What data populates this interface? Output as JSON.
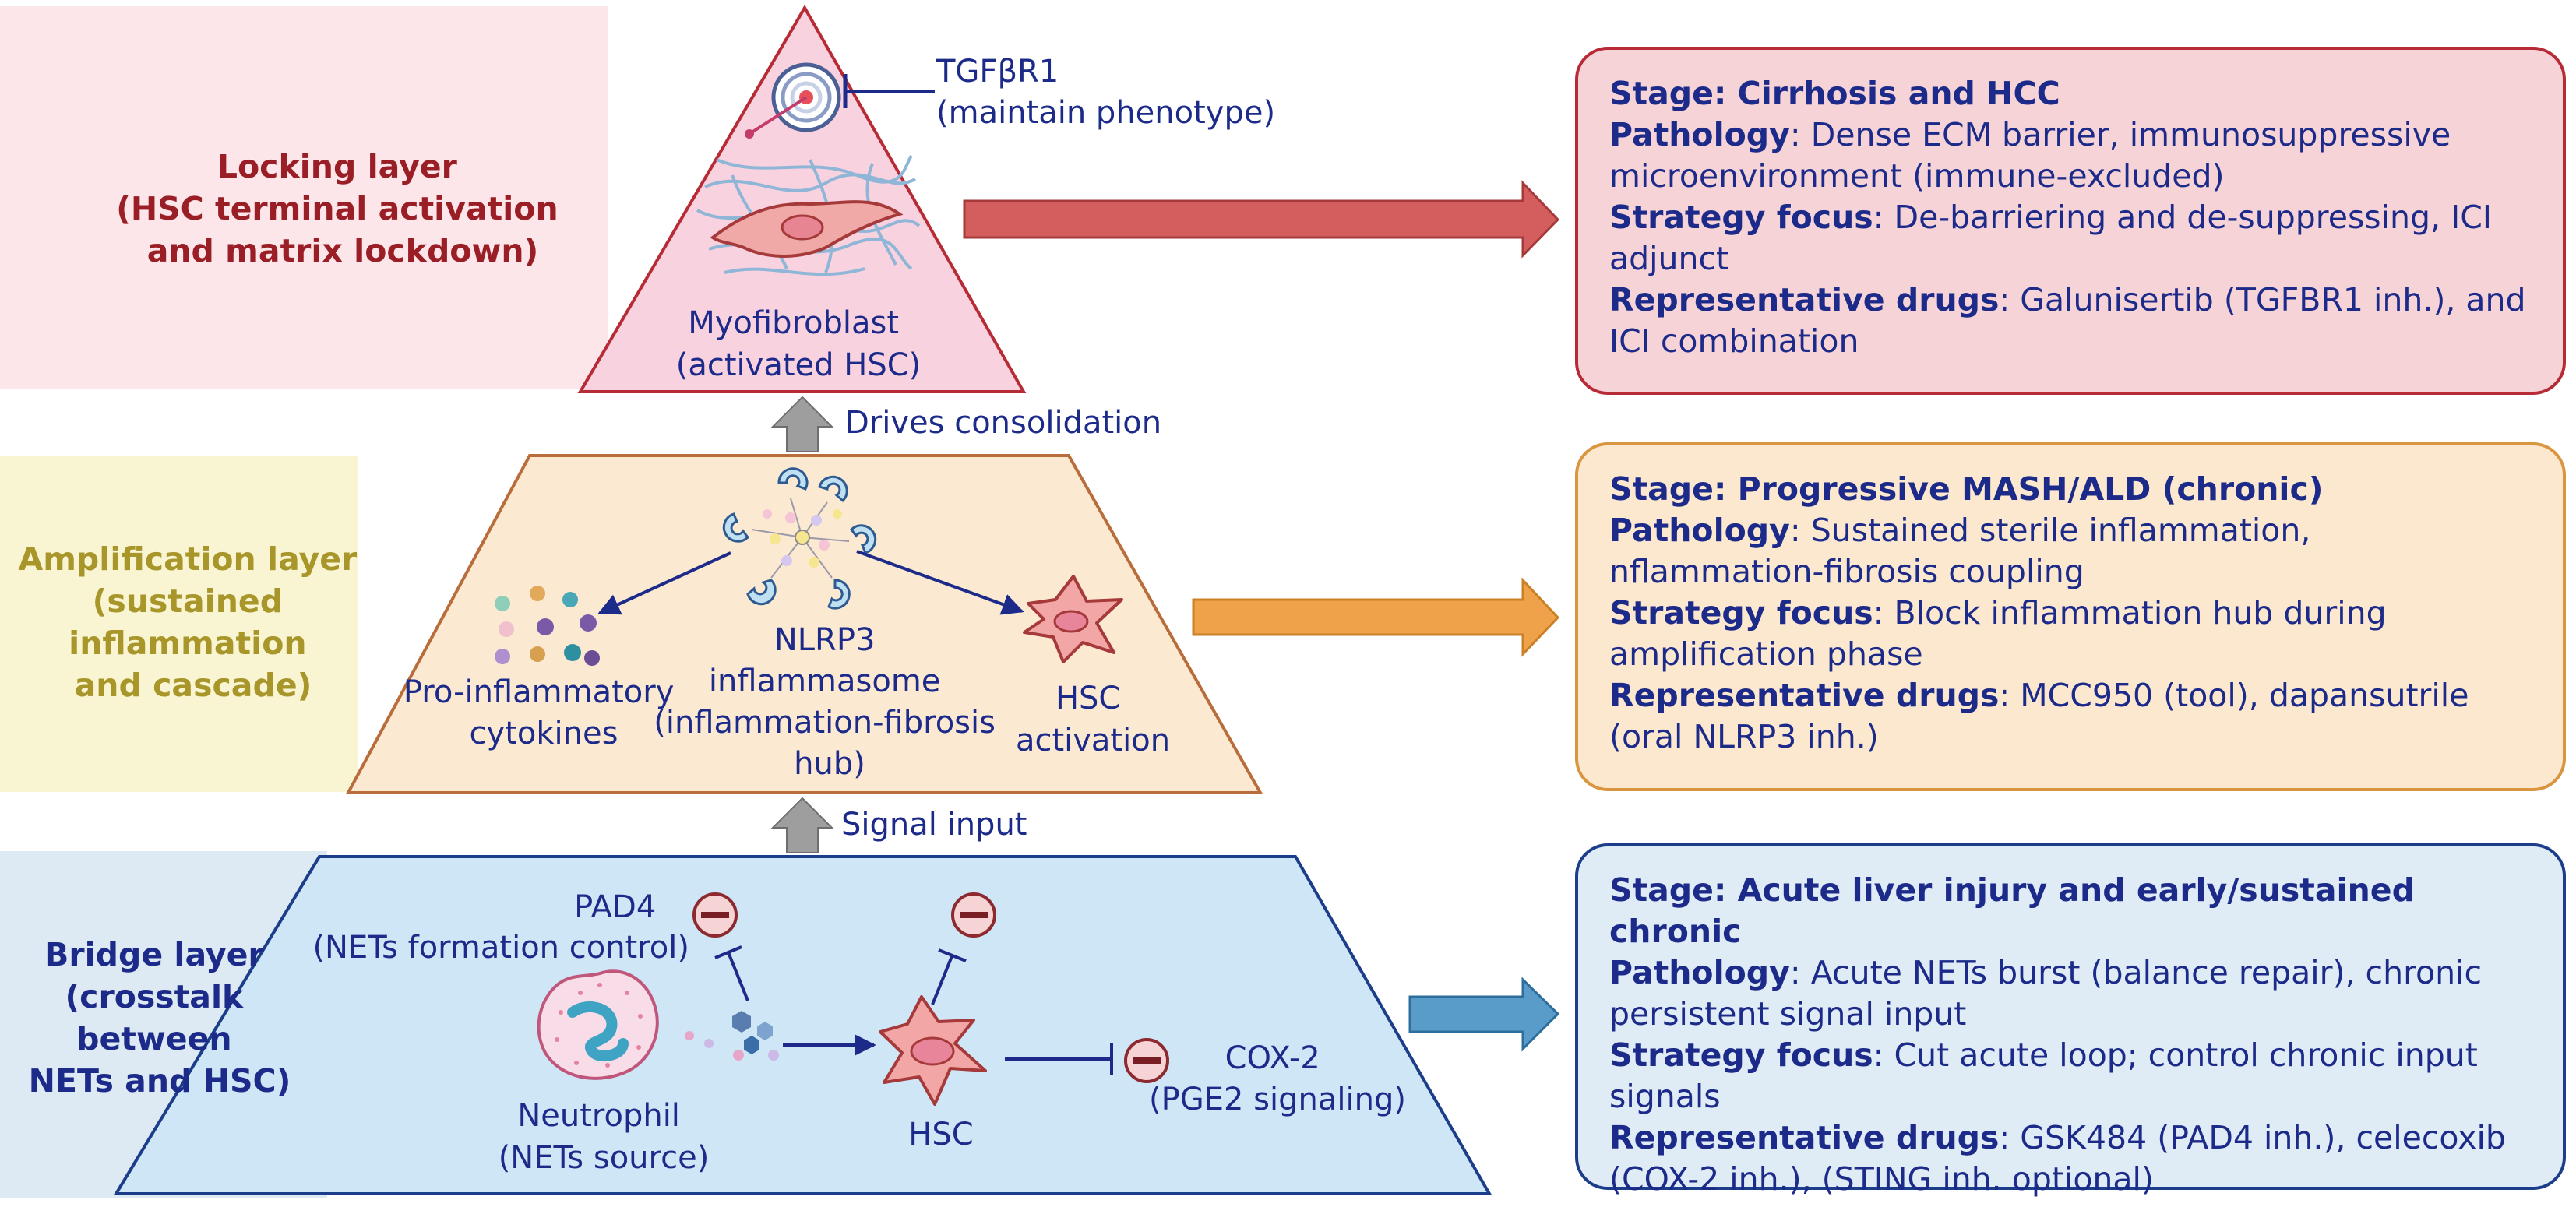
{
  "layers": {
    "locking": {
      "label_lines": [
        "Locking layer",
        "(HSC terminal activation",
        "and matrix lockdown)"
      ],
      "color": "#9a1e26"
    },
    "amplification": {
      "label_lines": [
        "Amplification layer",
        "(sustained",
        "inflammation",
        "and cascade)"
      ],
      "color": "#a8962a"
    },
    "bridge": {
      "label_lines": [
        "Bridge layer",
        "(crosstalk",
        "between",
        "NETs and HSC)"
      ],
      "color": "#1c2a8a"
    }
  },
  "locking_pyramid": {
    "receptor_lines": [
      "TGFβR1",
      "(maintain phenotype)"
    ],
    "cell_lines": [
      "Myofibroblast",
      "(activated HSC)"
    ]
  },
  "connector_top": {
    "label": "Drives consolidation"
  },
  "amplification_pyramid": {
    "left_lines": [
      "Pro-inflammatory",
      "cytokines"
    ],
    "center_lines": [
      "NLRP3",
      "inflammasome",
      "(inflammation-fibrosis",
      "hub)"
    ],
    "right_lines": [
      "HSC",
      "activation"
    ]
  },
  "connector_bottom": {
    "label": "Signal input"
  },
  "bridge_pyramid": {
    "pad4_lines": [
      "PAD4",
      "(NETs formation control)"
    ],
    "neutrophil_lines": [
      "Neutrophil",
      "(NETs source)"
    ],
    "hsc_label": "HSC",
    "cox2_lines": [
      "COX-2",
      "(PGE2 signaling)"
    ]
  },
  "stage_boxes": [
    {
      "stage": "Stage: Cirrhosis and HCC",
      "pathology_key": "Pathology",
      "pathology": ": Dense ECM barrier, immunosuppressive microenvironment (immune-excluded)",
      "strategy_key": "Strategy focus",
      "strategy": ": De-barriering and de-suppressing, ICI adjunct",
      "drugs_key": "Representative drugs",
      "drugs": ": Galunisertib (TGFBR1 inh.), and ICI combination"
    },
    {
      "stage": "Stage: Progressive MASH/ALD (chronic)",
      "pathology_key": "Pathology",
      "pathology": ": Sustained sterile inflammation, nflammation-fibrosis coupling",
      "strategy_key": "Strategy focus",
      "strategy": ": Block inflammation hub during amplification phase",
      "drugs_key": "Representative drugs",
      "drugs": ": MCC950 (tool), dapansutrile (oral NLRP3 inh.)"
    },
    {
      "stage": "Stage: Acute liver injury and early/sustained chronic",
      "pathology_key": "Pathology",
      "pathology": ": Acute NETs burst (balance repair), chronic persistent signal input",
      "strategy_key": "Strategy focus",
      "strategy": ": Cut acute loop; control chronic input signals",
      "drugs_key": "Representative drugs",
      "drugs": ": GSK484 (PAD4 inh.), celecoxib (COX-2 inh.), (STING inh. optional)"
    }
  ],
  "colors": {
    "text_blue": "#1c2a8a",
    "band_pink": "#fce6e9",
    "band_yellow": "#f9f5d2",
    "band_blue": "#dde9f3",
    "tri_fill": "#f9d2df",
    "trap_mid_fill": "#fce9d2",
    "trap_bot_fill": "#cfe6f6",
    "arrow_red": "#d45e5e",
    "arrow_orange": "#f0a24a",
    "arrow_blue": "#5a9cc9"
  }
}
